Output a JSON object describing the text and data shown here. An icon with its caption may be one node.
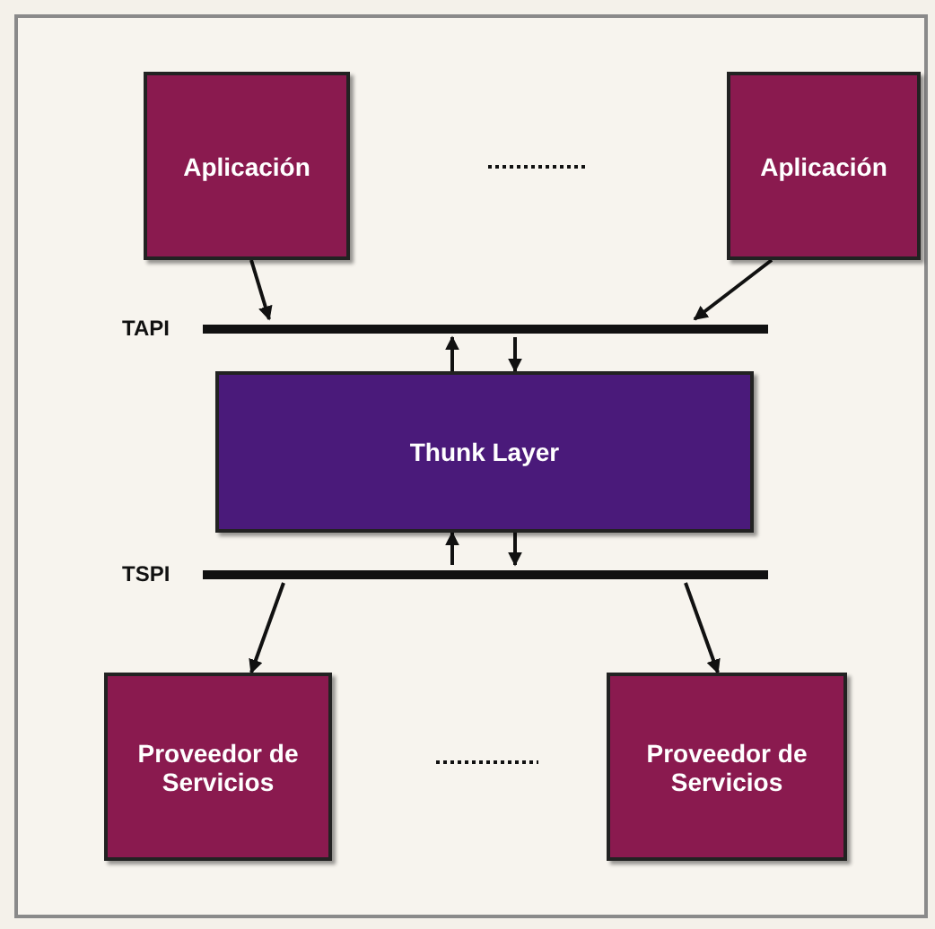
{
  "diagram": {
    "nodes": [
      {
        "text": [
          "Aplicación"
        ]
      },
      {
        "text": [
          "Aplicación"
        ]
      },
      {
        "text": [
          "TAPI"
        ]
      },
      {
        "text": [
          "Thunk Layer"
        ]
      },
      {
        "text": [
          "TSPI"
        ]
      },
      {
        "text": [
          "Proveedor de Servicios"
        ]
      },
      {
        "text": [
          "Proveedor de Servicios"
        ]
      }
    ],
    "edges": [
      {
        "from": 0,
        "to": 2,
        "arrow": "to"
      },
      {
        "from": 1,
        "to": 2,
        "arrow": "to"
      },
      {
        "from": 3,
        "to": 2,
        "arrow": "to"
      },
      {
        "from": 2,
        "to": 3,
        "arrow": "to"
      },
      {
        "from": 4,
        "to": 3,
        "arrow": "to"
      },
      {
        "from": 3,
        "to": 4,
        "arrow": "to"
      },
      {
        "from": 4,
        "to": 5,
        "arrow": "to"
      },
      {
        "from": 4,
        "to": 6,
        "arrow": "to"
      }
    ]
  }
}
